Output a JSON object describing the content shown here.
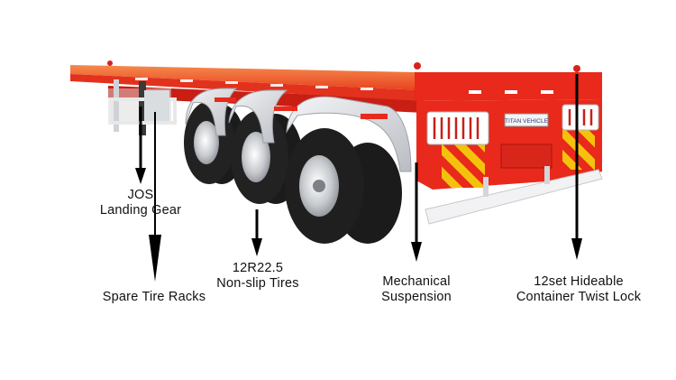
{
  "annotations": {
    "landing_gear": {
      "line1": "JOS",
      "line2": "Landing Gear"
    },
    "spare_tire": {
      "line1": "Spare Tire Racks"
    },
    "tires": {
      "line1": "12R22.5",
      "line2": "Non-slip Tires"
    },
    "suspension": {
      "line1": "Mechanical",
      "line2": "Suspension"
    },
    "twist_lock": {
      "line1": "12set Hideable",
      "line2": "Container Twist Lock"
    }
  },
  "plate_text": "TITAN VEHICLE",
  "colors": {
    "trailer_red": "#e8291c",
    "deck_orange": "#f26a2a",
    "tire_black": "#1b1b1b",
    "fender_silver": "#e4e6ea",
    "stripe_yellow": "#f4c20d",
    "bumper_white": "#f2f2f4",
    "label_text": "#111111"
  }
}
